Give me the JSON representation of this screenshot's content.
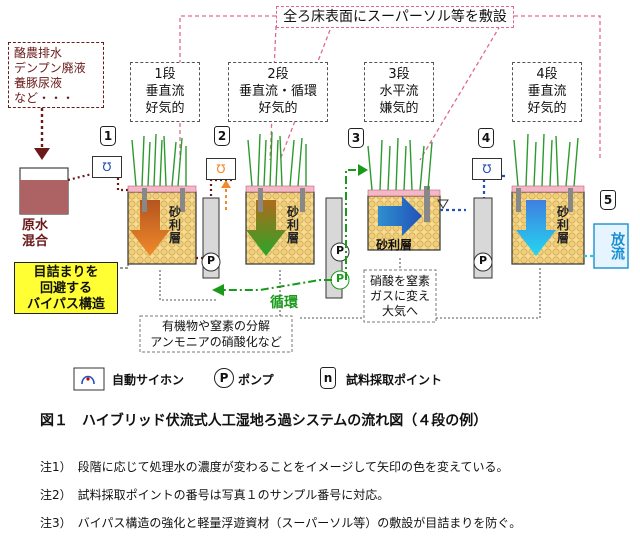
{
  "banner": "全ろ床表面にスーパーソル等を敷設",
  "influent_sources": [
    "酪農排水",
    "デンプン廃液",
    "養豚尿液",
    "など・・・"
  ],
  "stages": [
    {
      "title": "1段",
      "flow": "垂直流",
      "cond": "好気的"
    },
    {
      "title": "2段",
      "flow": "垂直流・循環",
      "cond": "好気的"
    },
    {
      "title": "3段",
      "flow": "水平流",
      "cond": "嫌気的"
    },
    {
      "title": "4段",
      "flow": "垂直流",
      "cond": "好気的"
    }
  ],
  "sample_points": [
    "1",
    "2",
    "3",
    "4",
    "5"
  ],
  "raw_water_label": [
    "原水",
    "混合"
  ],
  "bed_label": "砂利層",
  "bypass_label": [
    "目詰まりを",
    "回避する",
    "バイパス構造"
  ],
  "circulation_label": "循環",
  "decomposition_note": [
    "有機物や窒素の分解",
    "アンモニアの硝酸化など"
  ],
  "nitrate_note": [
    "硝酸を窒素",
    "ガスに変え",
    "大気へ"
  ],
  "discharge_label": "放流",
  "pump_symbol": "P",
  "legend": {
    "siphon": "自動サイホン",
    "pump_symbol": "P",
    "pump": "ポンプ",
    "sample_symbol": "n",
    "sample": "試料採取ポイント"
  },
  "figure_caption": "図１　ハイブリッド伏流式人工湿地ろ過システムの流れ図（４段の例）",
  "notes": [
    "注1）　段階に応じて処理水の濃度が変わることをイメージして矢印の色を変えている。",
    "注2）　試料採取ポイントの番号は写真１のサンプル番号に対応。",
    "注3）　バイパス構造の強化と軽量浮遊資材（スーパーソル等）の敷設が目詰まりを防ぐ。"
  ],
  "colors": {
    "banner_border": "#e06a8c",
    "bypass_bg": "#ffff33",
    "circulation": "#1a9a1a",
    "flow_dots": "#6b1a1a",
    "gravel": "#f3d489",
    "discharge": "#1a8fd0"
  }
}
